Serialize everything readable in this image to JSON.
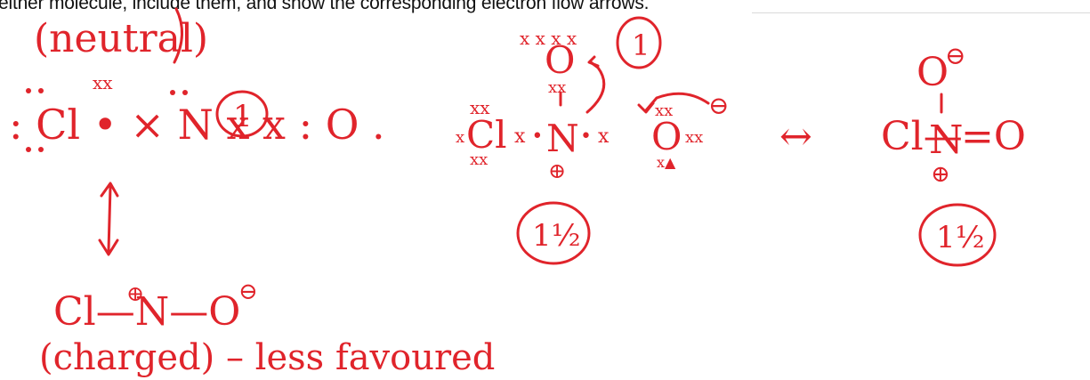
{
  "question": {
    "text": "either molecule, include them, and show the corresponding electron flow arrows."
  },
  "ink_color": "#e0242b",
  "structure_1": {
    "label": "(neutral)",
    "formula": ": Cl • × N x x : O .",
    "score": "1"
  },
  "structure_2": {
    "cl": "Cl",
    "n": "N",
    "o": "O",
    "o_charge": "⊖",
    "n_charge": "⊕",
    "score": "1",
    "score_half": "1½"
  },
  "structure_3": {
    "formula_left": "Cl—",
    "n": "N",
    "formula_right": "=O",
    "o_top": "O",
    "o_charge": "⊖",
    "n_charge": "⊕",
    "score": "1½"
  },
  "resonance_arrow": "↔",
  "structure_4": {
    "formula": "Cl—N—O",
    "n_charge": "⊕",
    "o_charge": "⊖",
    "note": "(charged) – less favoured"
  }
}
